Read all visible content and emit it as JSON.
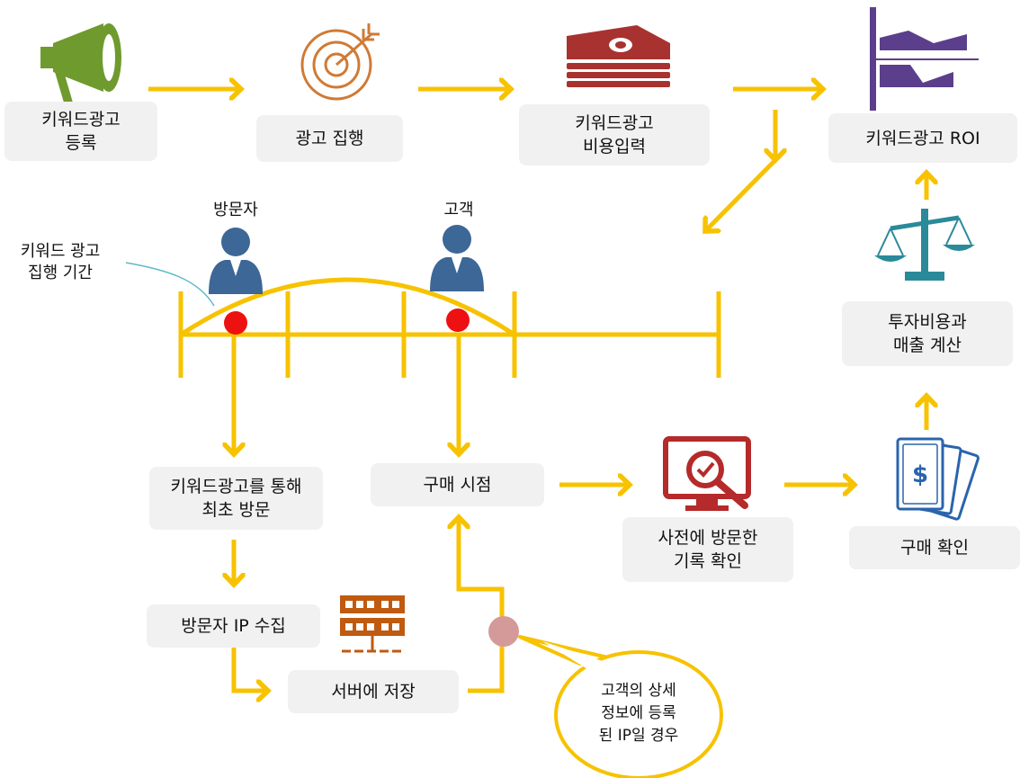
{
  "colors": {
    "arrow": "#f7c200",
    "box_bg": "#f1f1f1",
    "megaphone": "#6f9a2e",
    "target": "#d07a35",
    "money_stack": "#a8322f",
    "roi_icon": "#5b3f8c",
    "person": "#3c6797",
    "visit_dot": "#ee1111",
    "bubble_dot": "#d49a9a",
    "server": "#c05a10",
    "monitor": "#b52a2a",
    "scale": "#2a8a99",
    "cash": "#2a64ad"
  },
  "icons": {
    "ad": "megaphone-icon",
    "exec": "target-icon",
    "cost": "money-stack-icon",
    "roi": "roi-chart-icon",
    "visitor": "person-icon",
    "customer": "person-icon",
    "server": "server-icon",
    "check": "monitor-search-icon",
    "calc": "balance-scale-icon",
    "confirm": "cash-icon"
  },
  "boxes": {
    "register": "키워드광고\n등록",
    "execute": "광고 집행",
    "cost_input": "키워드광고\n비용입력",
    "roi": "키워드광고 ROI",
    "first_visit": "키워드광고를 통해\n최초 방문",
    "purchase_time": "구매 시점",
    "history_check": "사전에 방문한\n기록 확인",
    "purchase_confirm": "구매 확인",
    "calc": "투자비용과\n매출 계산",
    "ip_collect": "방문자 IP 수집",
    "server_save": "서버에 저장"
  },
  "labels": {
    "visitor": "방문자",
    "customer": "고객",
    "period": "키워드 광고\n집행 기간"
  },
  "bubble": "고객의 상세\n정보에 등록\n된 IP일 경우"
}
